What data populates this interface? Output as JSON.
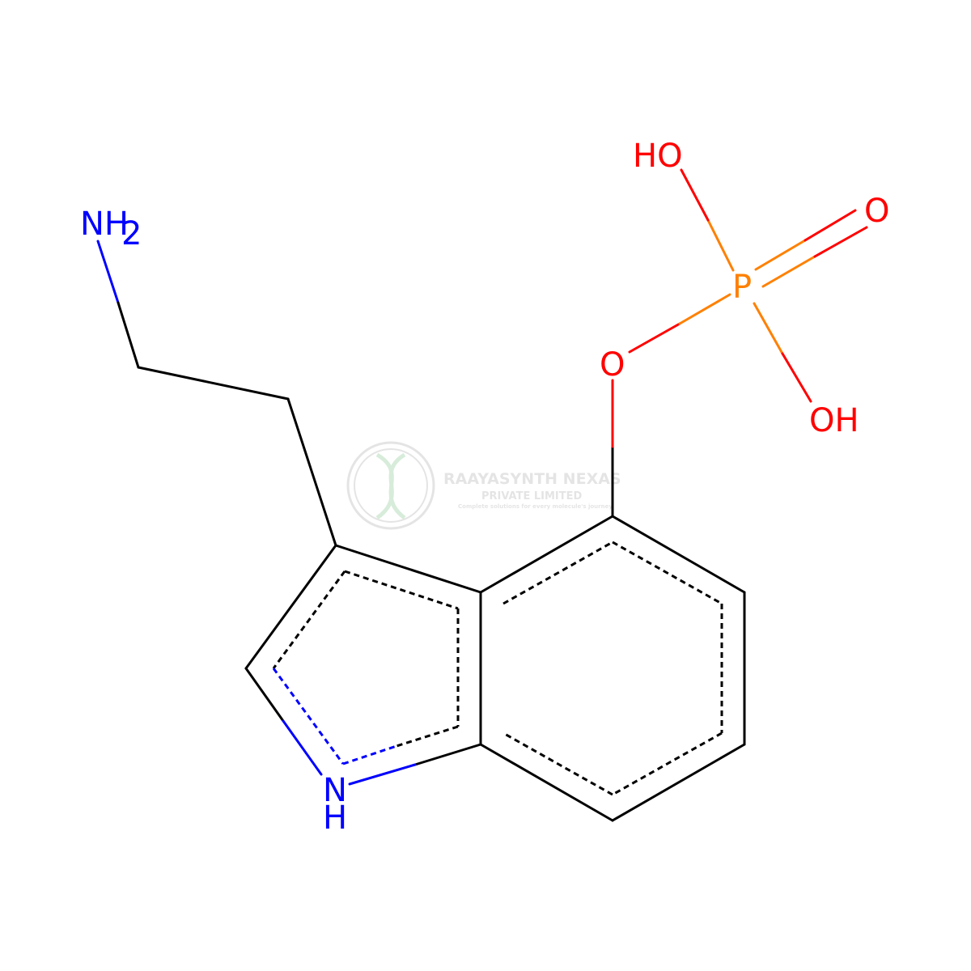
{
  "molecule": {
    "atoms": {
      "amine": "NH",
      "amine_sub": "2",
      "hydroxyl_top": "HO",
      "oxo": "O",
      "phosphorus": "P",
      "hydroxyl_bottom": "OH",
      "ester_oxygen": "O",
      "indole_nitrogen": "N",
      "indole_hydrogen": "H"
    },
    "colors": {
      "bond": "#000000",
      "nitrogen": "#0000FF",
      "oxygen": "#FF0000",
      "phosphorus": "#FF8000"
    }
  },
  "watermark": {
    "company": "RAAYASYNTH NEXAS",
    "subtitle": "PRIVATE LIMITED",
    "tagline": "Complete solutions for every molecule's journey"
  }
}
